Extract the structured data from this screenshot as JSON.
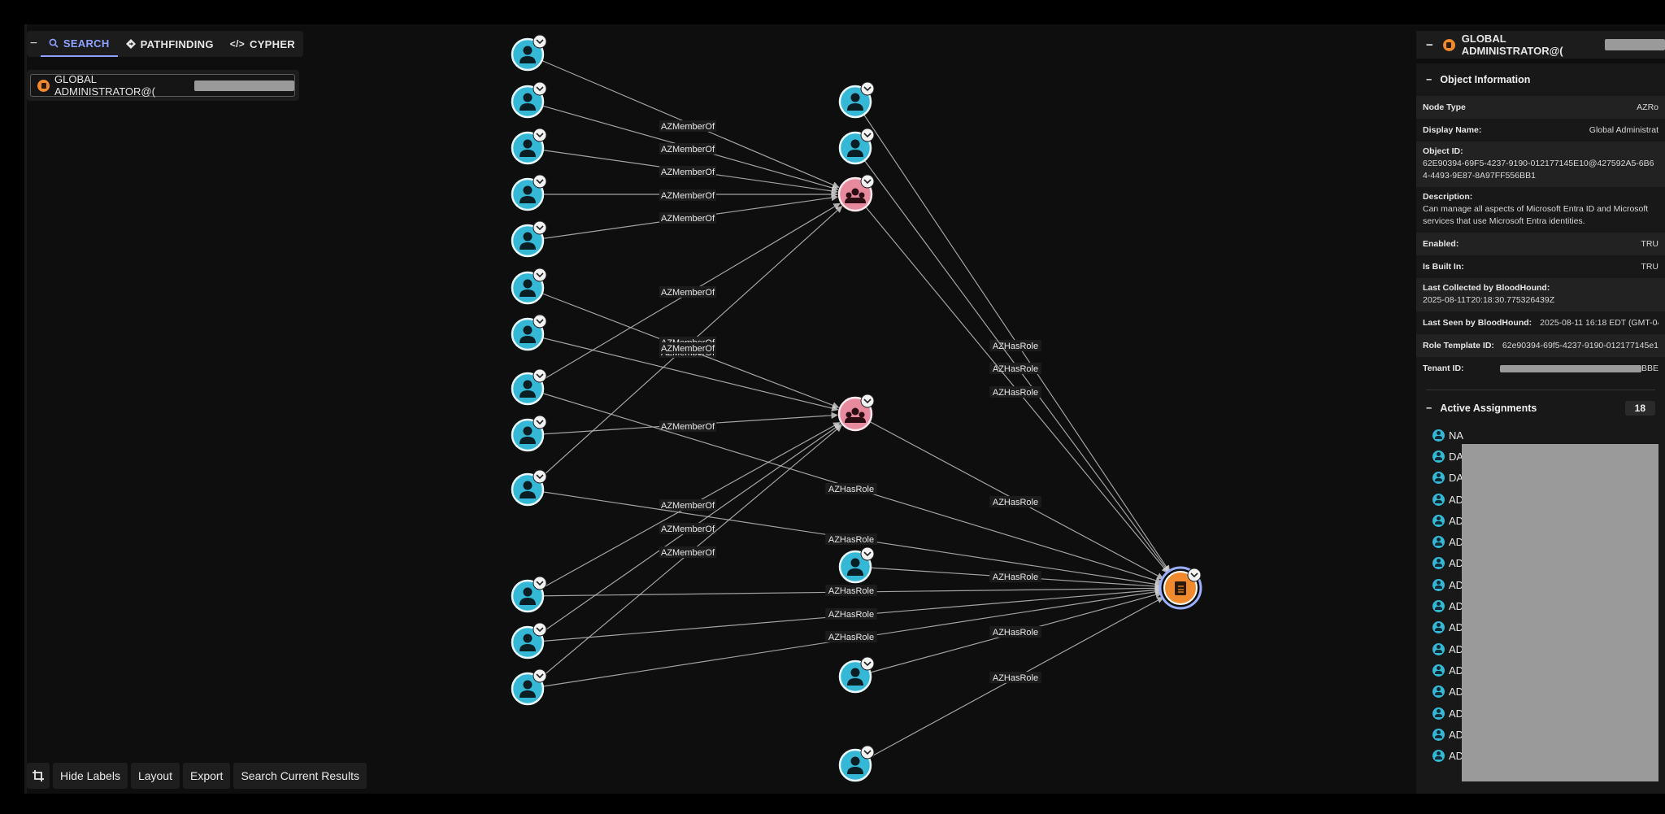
{
  "search_panel": {
    "tabs": [
      {
        "label": "SEARCH",
        "icon": "search-icon"
      },
      {
        "label": "PATHFINDING",
        "icon": "pathfinding-icon"
      },
      {
        "label": "CYPHER",
        "icon": "code-icon"
      }
    ],
    "query_prefix": "GLOBAL ADMINISTRATOR@("
  },
  "toolbar": {
    "crop_icon": "crop-icon",
    "hide_labels": "Hide Labels",
    "layout": "Layout",
    "export": "Export",
    "search_current": "Search Current Results"
  },
  "graph": {
    "edge_labels": {
      "member": "AZMemberOf",
      "role": "AZHasRole"
    },
    "node_types": [
      "user",
      "group",
      "role"
    ]
  },
  "right_panel": {
    "title": "GLOBAL ADMINISTRATOR@(",
    "object_info_heading": "Object Information",
    "props": {
      "node_type_k": "Node Type",
      "node_type_v": "AZRo",
      "display_name_k": "Display Name:",
      "display_name_v": "Global Administrat",
      "object_id_k": "Object ID:",
      "object_id_v": "62E90394-69F5-4237-9190-012177145E10@427592A5-6B64-4493-9E87-8A97FF556BB1",
      "description_k": "Description:",
      "description_v": "Can manage all aspects of Microsoft Entra ID and Microsoft services that use Microsoft Entra identities.",
      "enabled_k": "Enabled:",
      "enabled_v": "TRU",
      "built_in_k": "Is Built In:",
      "built_in_v": "TRU",
      "last_collected_k": "Last Collected by BloodHound:",
      "last_collected_v": "2025-08-11T20:18:30.775326439Z",
      "last_seen_k": "Last Seen by BloodHound:",
      "last_seen_v": "2025-08-11 16:18 EDT (GMT-040",
      "role_template_k": "Role Template ID:",
      "role_template_v": "62e90394-69f5-4237-9190-012177145e1",
      "tenant_k": "Tenant ID:",
      "tenant_v": "BBE"
    },
    "assignments_heading": "Active Assignments",
    "assignments_count": "18",
    "assignments": [
      "NA",
      "DA",
      "DA",
      "AD",
      "AD",
      "AD",
      "AD",
      "AD",
      "AD",
      "AD",
      "AD",
      "AD",
      "AD",
      "AD",
      "AD",
      "AD"
    ]
  }
}
